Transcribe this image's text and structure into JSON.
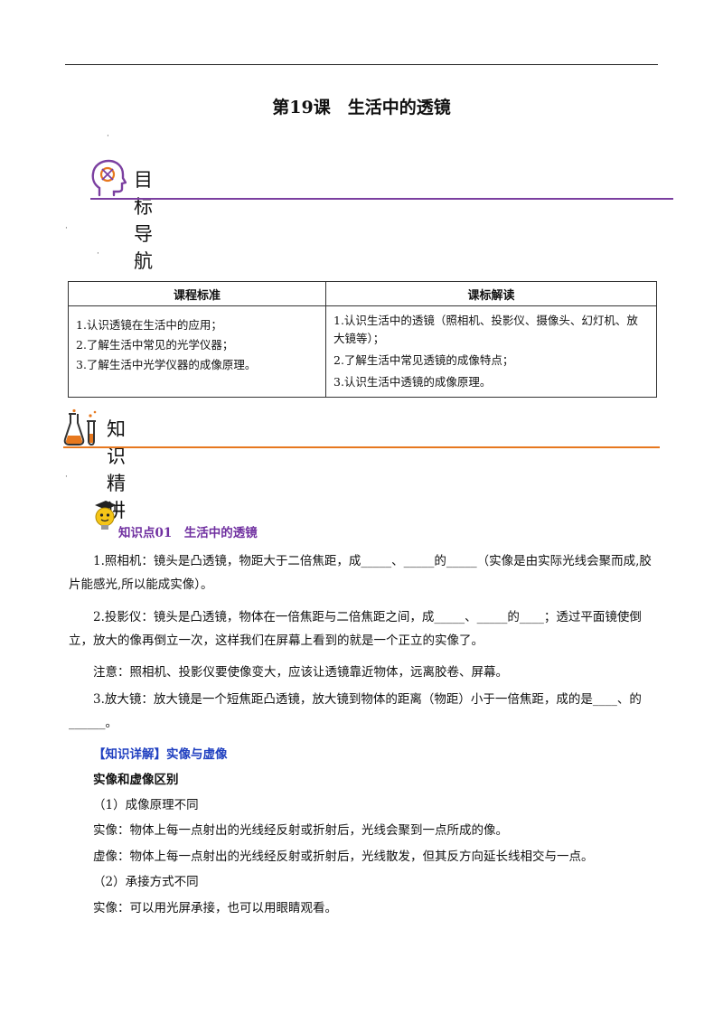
{
  "title": "第19课　生活中的透镜",
  "section1": {
    "label": "目标导航"
  },
  "table": {
    "headers": [
      "课程标准",
      "课标解读"
    ],
    "left": [
      "1.认识透镜在生活中的应用；",
      "2.了解生活中常见的光学仪器；",
      "3.了解生活中光学仪器的成像原理。"
    ],
    "right": [
      "1.认识生活中的透镜（照相机、投影仪、摄像头、幻灯机、放大镜等）；",
      "2.了解生活中常见透镜的成像特点；",
      "3.认识生活中透镜的成像原理。"
    ]
  },
  "section2": {
    "label": "知识精讲"
  },
  "knowledge_point": {
    "label": "知识点01　生活中的透镜"
  },
  "paragraphs": {
    "p1": "1.照相机：镜头是凸透镜，物距大于二倍焦距，成_____、_____的_____（实像是由实际光线会聚而成,胶片能感光,所以能成实像）。",
    "p2": "2.投影仪：镜头是凸透镜，物体在一倍焦距与二倍焦距之间，成_____、_____的____；透过平面镜使倒立，放大的像再倒立一次，这样我们在屏幕上看到的就是一个正立的实像了。",
    "p3": "注意：照相机、投影仪要使像变大，应该让透镜靠近物体，远离胶卷、屏幕。",
    "p4": "3.放大镜：放大镜是一个短焦距凸透镜，放大镜到物体的距离（物距）小于一倍焦距，成的是____、的______。",
    "detail_title": "【知识详解】实像与虚像",
    "sub_title": "实像和虚像区别",
    "d1": "（1）成像原理不同",
    "d2": "实像：物体上每一点射出的光线经反射或折射后，光线会聚到一点所成的像。",
    "d3": "虚像：物体上每一点射出的光线经反射或折射后，光线散发，但其反方向延长线相交与一点。",
    "d4": "（2）承接方式不同",
    "d5": "实像：可以用光屏承接，也可以用眼睛观看。"
  },
  "colors": {
    "purple": "#7b3fa0",
    "orange": "#e7781e",
    "blue": "#2040c0"
  }
}
